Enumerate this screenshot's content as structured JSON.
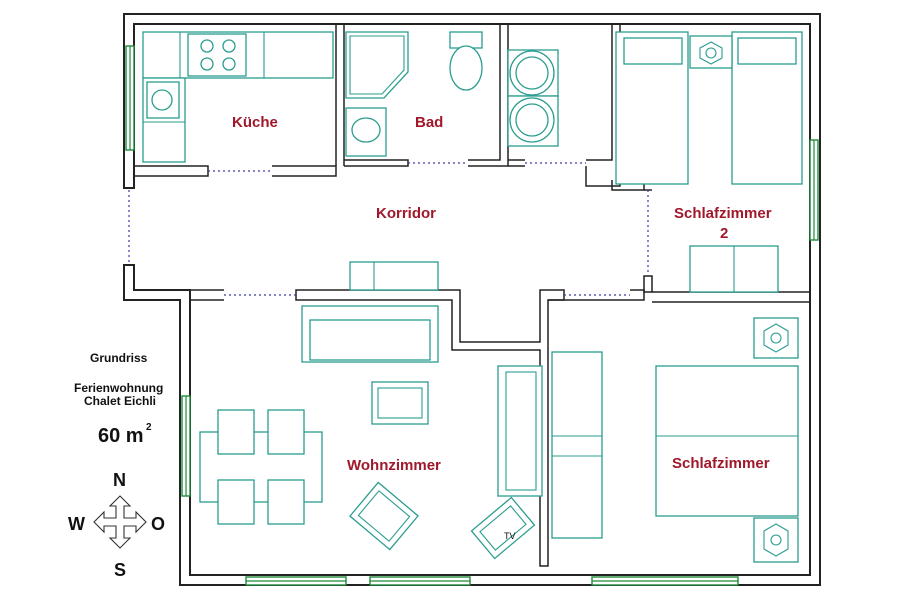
{
  "rooms": {
    "kitchen": "Küche",
    "bath": "Bad",
    "corridor": "Korridor",
    "bedroom2_line1": "Schlafzimmer",
    "bedroom2_line2": "2",
    "living": "Wohnzimmer",
    "bedroom": "Schlafzimmer"
  },
  "info": {
    "heading": "Grundriss",
    "line1": "Ferienwohnung",
    "line2": "Chalet Eichli",
    "area_value": "60 m",
    "area_sup": "2"
  },
  "compass": {
    "north": "N",
    "south": "S",
    "west": "W",
    "east": "O"
  },
  "labels": {
    "tv": "TV"
  },
  "colors": {
    "room_label": "#a0182a",
    "furniture": "#2a9d8f",
    "window": "#1e8a3a",
    "wall": "#222222"
  }
}
